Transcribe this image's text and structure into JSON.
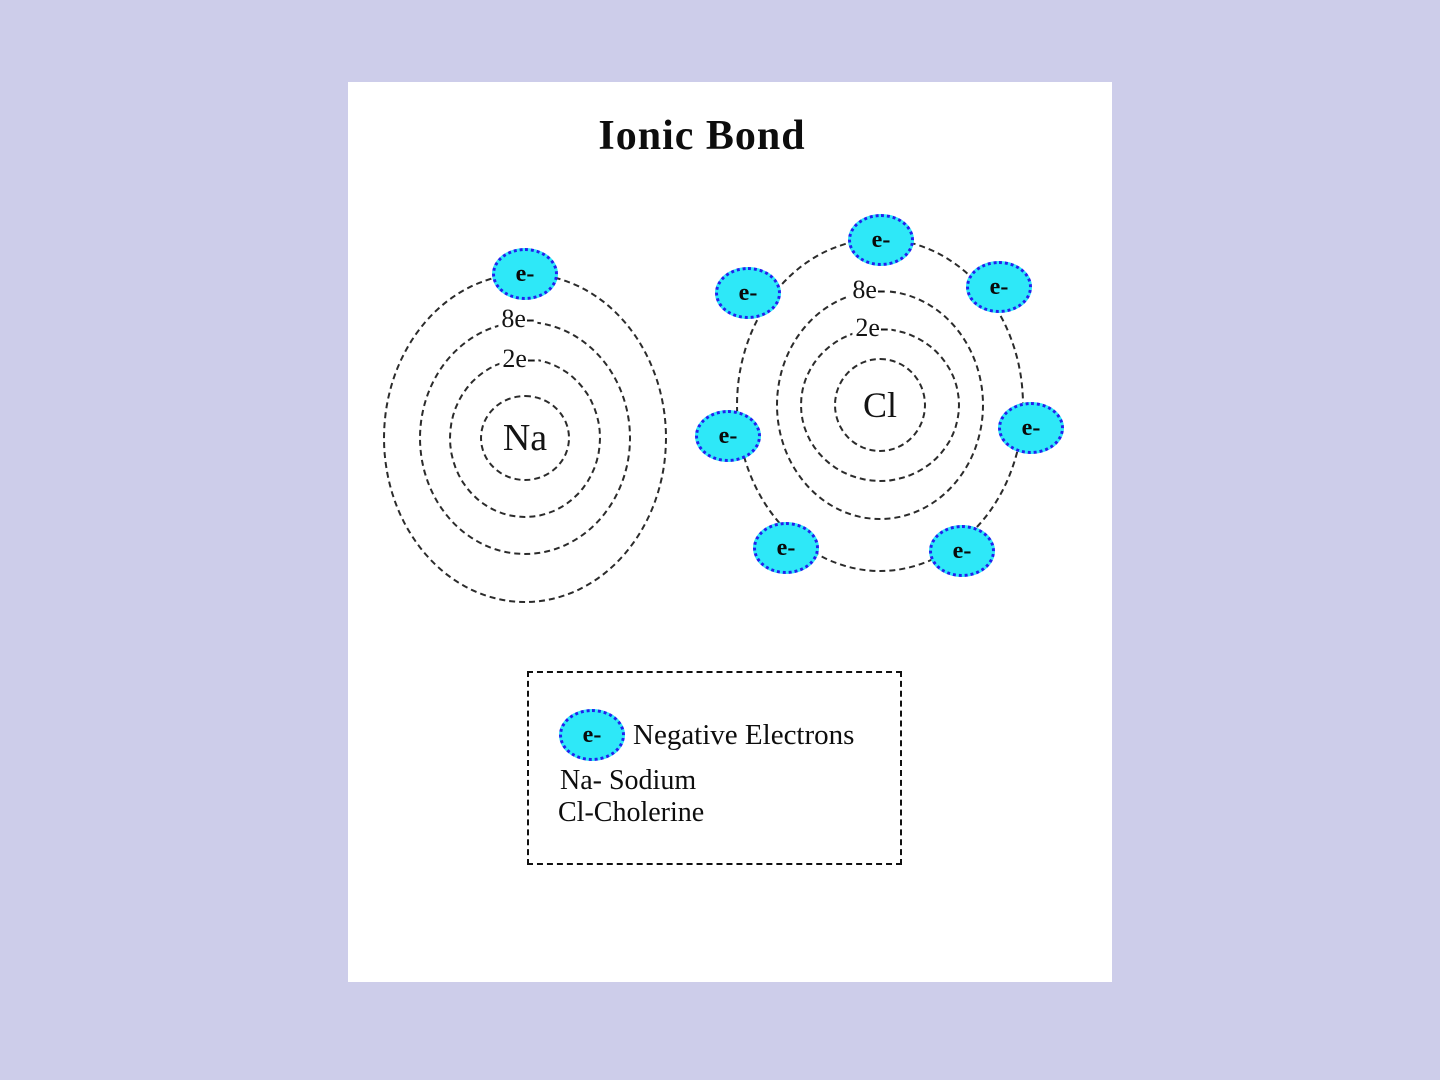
{
  "title": "Ionic Bond",
  "electron_label": "e-",
  "atoms": [
    {
      "name": "sodium",
      "symbol": "Na",
      "shell_labels": [
        "2e-",
        "8e-"
      ],
      "outer_electron_count": 1
    },
    {
      "name": "chlorine",
      "symbol": "Cl",
      "shell_labels": [
        "2e-",
        "8e-"
      ],
      "outer_electron_count": 7
    }
  ],
  "legend": {
    "electron_label": "e-",
    "electron_meaning": "Negative Electrons",
    "entries": [
      "Na- Sodium",
      "Cl-Cholerine"
    ]
  },
  "colors": {
    "background": "#cdcdea",
    "page": "#ffffff",
    "electron_fill": "#2ee8f8",
    "electron_border": "#2121ee",
    "line": "#2b2b2b",
    "text": "#111111"
  }
}
